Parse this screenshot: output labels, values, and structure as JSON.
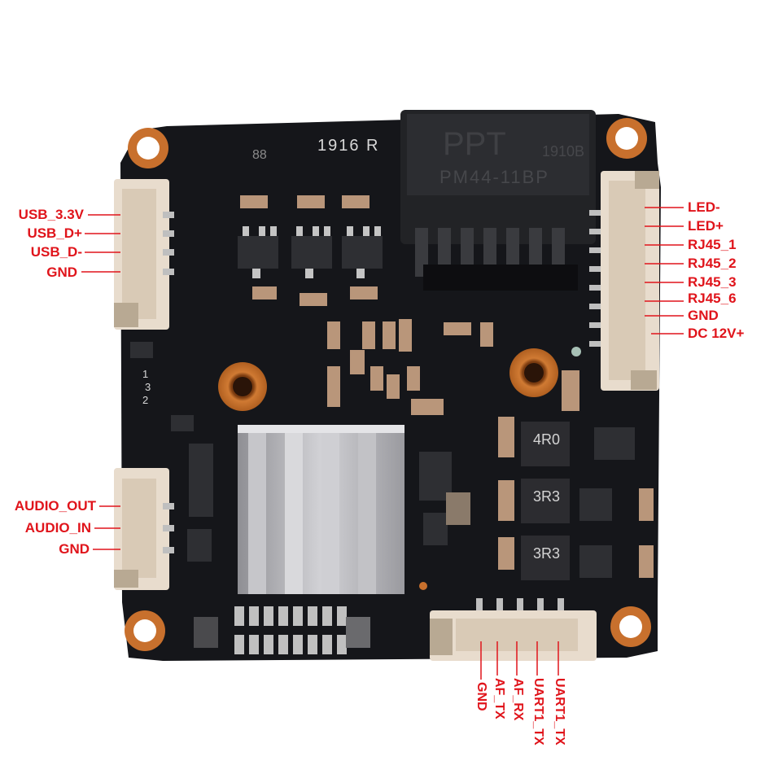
{
  "board_text": {
    "date_code": "1916 R",
    "corner_code": "88",
    "jack_brand": "PPT",
    "jack_date": "1910B",
    "jack_model": "PM44-11BP",
    "inductor_1": "4R0",
    "inductor_2": "3R3",
    "inductor_3": "3R3",
    "silk_pin1": "1",
    "silk_pin3": "3",
    "silk_pin2": "2"
  },
  "labels": {
    "usb": [
      "USB_3.3V",
      "USB_D+",
      "USB_D-",
      "GND"
    ],
    "audio": [
      "AUDIO_OUT",
      "AUDIO_IN",
      "GND"
    ],
    "network": [
      "LED-",
      "LED+",
      "RJ45_1",
      "RJ45_2",
      "RJ45_3",
      "RJ45_6",
      "GND",
      "DC 12V+"
    ],
    "bottom": [
      "GND",
      "AF_TX",
      "AF_RX",
      "UART1_TX",
      "UART1_TX"
    ]
  },
  "colors": {
    "label": "#e0141b",
    "pcb": "#15161a",
    "connector": "#e8dccd",
    "heatsink": "#b9b9bd",
    "pad": "#c8702d"
  }
}
